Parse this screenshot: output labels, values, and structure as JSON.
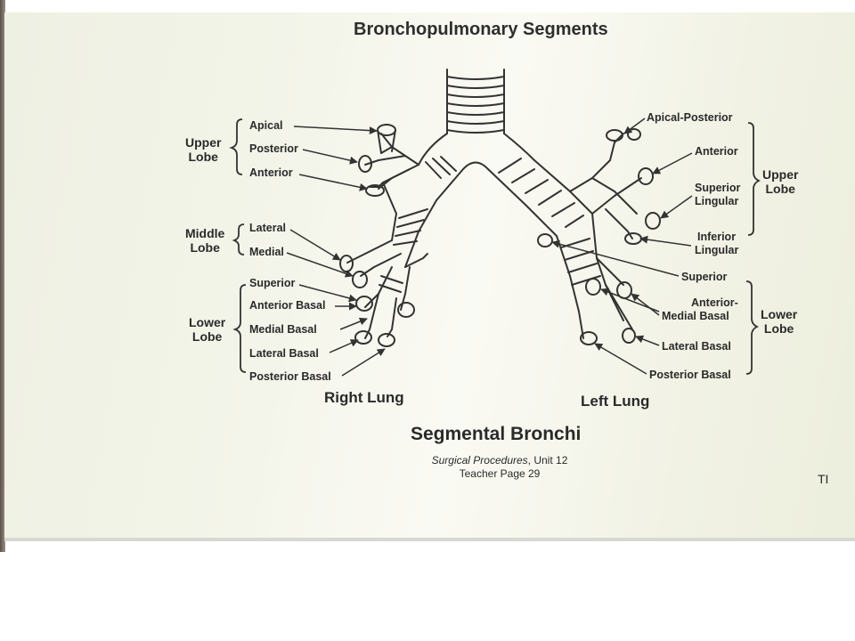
{
  "title": "Bronchopulmonary Segments",
  "right_lung": {
    "name": "Right Lung",
    "groups": [
      {
        "lines": [
          "Upper",
          "Lobe"
        ]
      },
      {
        "lines": [
          "Middle",
          "Lobe"
        ]
      },
      {
        "lines": [
          "Lower",
          "Lobe"
        ]
      }
    ],
    "labels": [
      "Apical",
      "Posterior",
      "Anterior",
      "Lateral",
      "Medial",
      "Superior",
      "Anterior Basal",
      "Medial Basal",
      "Lateral Basal",
      "Posterior Basal"
    ]
  },
  "left_lung": {
    "name": "Left Lung",
    "groups": [
      {
        "lines": [
          "Upper",
          "Lobe"
        ]
      },
      {
        "lines": [
          "Lower",
          "Lobe"
        ]
      }
    ],
    "labels": [
      "Apical-Posterior",
      "Anterior",
      "Superior",
      "Lingular",
      "Inferior",
      "Lingular",
      "Superior",
      "Anterior-",
      "Medial Basal",
      "Lateral Basal",
      "Posterior Basal"
    ]
  },
  "subtitle": "Segmental Bronchi",
  "credit": {
    "source": "Surgical Procedures",
    "unit": ", Unit 12",
    "page": "Teacher Page 29"
  },
  "corner_mark": "TI",
  "colors": {
    "ink": "#2a2a2a",
    "paper": "#f4f5ea"
  }
}
